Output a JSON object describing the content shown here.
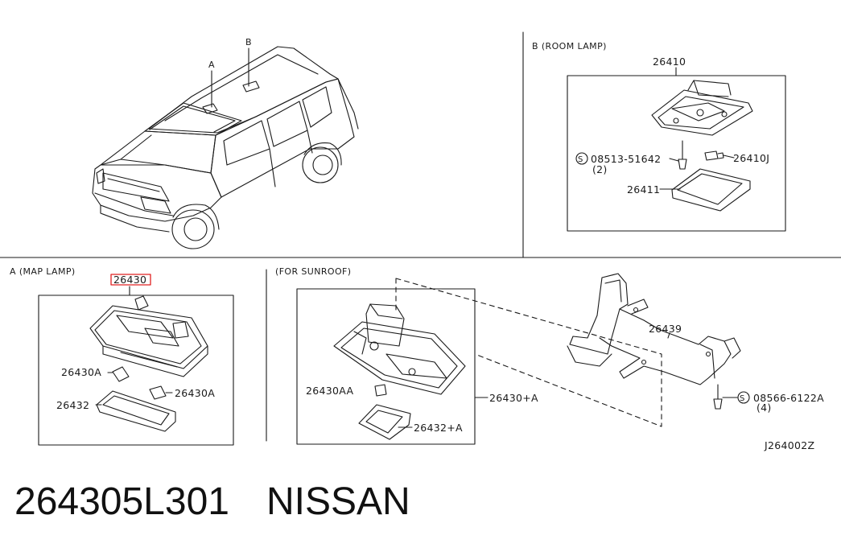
{
  "sections": {
    "room_lamp": "B (ROOM LAMP)",
    "map_lamp": "A (MAP LAMP)",
    "sunroof": "(FOR SUNROOF)"
  },
  "vehicle_callouts": {
    "a": "A",
    "b": "B"
  },
  "parts": {
    "p26410": "26410",
    "p26410J": "26410J",
    "p26411": "26411",
    "screw_b": "08513-51642",
    "screw_b_qty": "(2)",
    "screw_sym": "S",
    "p26430_map": "26430",
    "p26430A_left": "26430A",
    "p26430A_right": "26430A",
    "p26432": "26432",
    "p26430AA": "26430AA",
    "p26432A": "26432+A",
    "p26430A_sun": "26430+A",
    "p26439": "26439",
    "screw_c": "08566-6122A",
    "screw_c_qty": "(4)"
  },
  "diagram_id": "J264002Z",
  "footer": {
    "part_number": "264305L301",
    "brand": "NISSAN"
  },
  "colors": {
    "line": "#1a1a1a",
    "highlight": "#e02020",
    "background": "#ffffff"
  }
}
